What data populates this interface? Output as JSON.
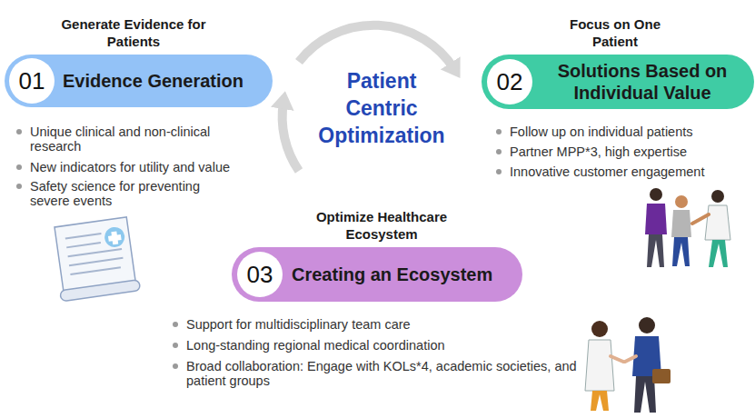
{
  "diagram": {
    "nodes": [
      {
        "text": [
          "Generate Evidence for Patients",
          "Evidence Generation"
        ]
      },
      {
        "text": [
          "01"
        ],
        "in": 0
      },
      {
        "text": [
          "Focus on One Patient",
          "Solutions Based on Individual Value"
        ]
      },
      {
        "text": [
          "02"
        ],
        "in": 2
      },
      {
        "text": [
          "Optimize Healthcare Ecosystem",
          "Creating an Ecosystem"
        ]
      },
      {
        "text": [
          "03"
        ],
        "in": 4
      }
    ],
    "labels": [
      "Patient Centric Optimization",
      "Unique clinical and non-clinical research",
      "New indicators for utility and value",
      "Safety science for preventing severe events",
      "Follow up on individual patients",
      "Partner MPP*3, high expertise",
      "Innovative customer engagement",
      "Support for multidisciplinary team care",
      "Long-standing regional medical coordination",
      "Broad collaboration: Engage with KOLs*4, academic societies, and patient groups"
    ]
  }
}
